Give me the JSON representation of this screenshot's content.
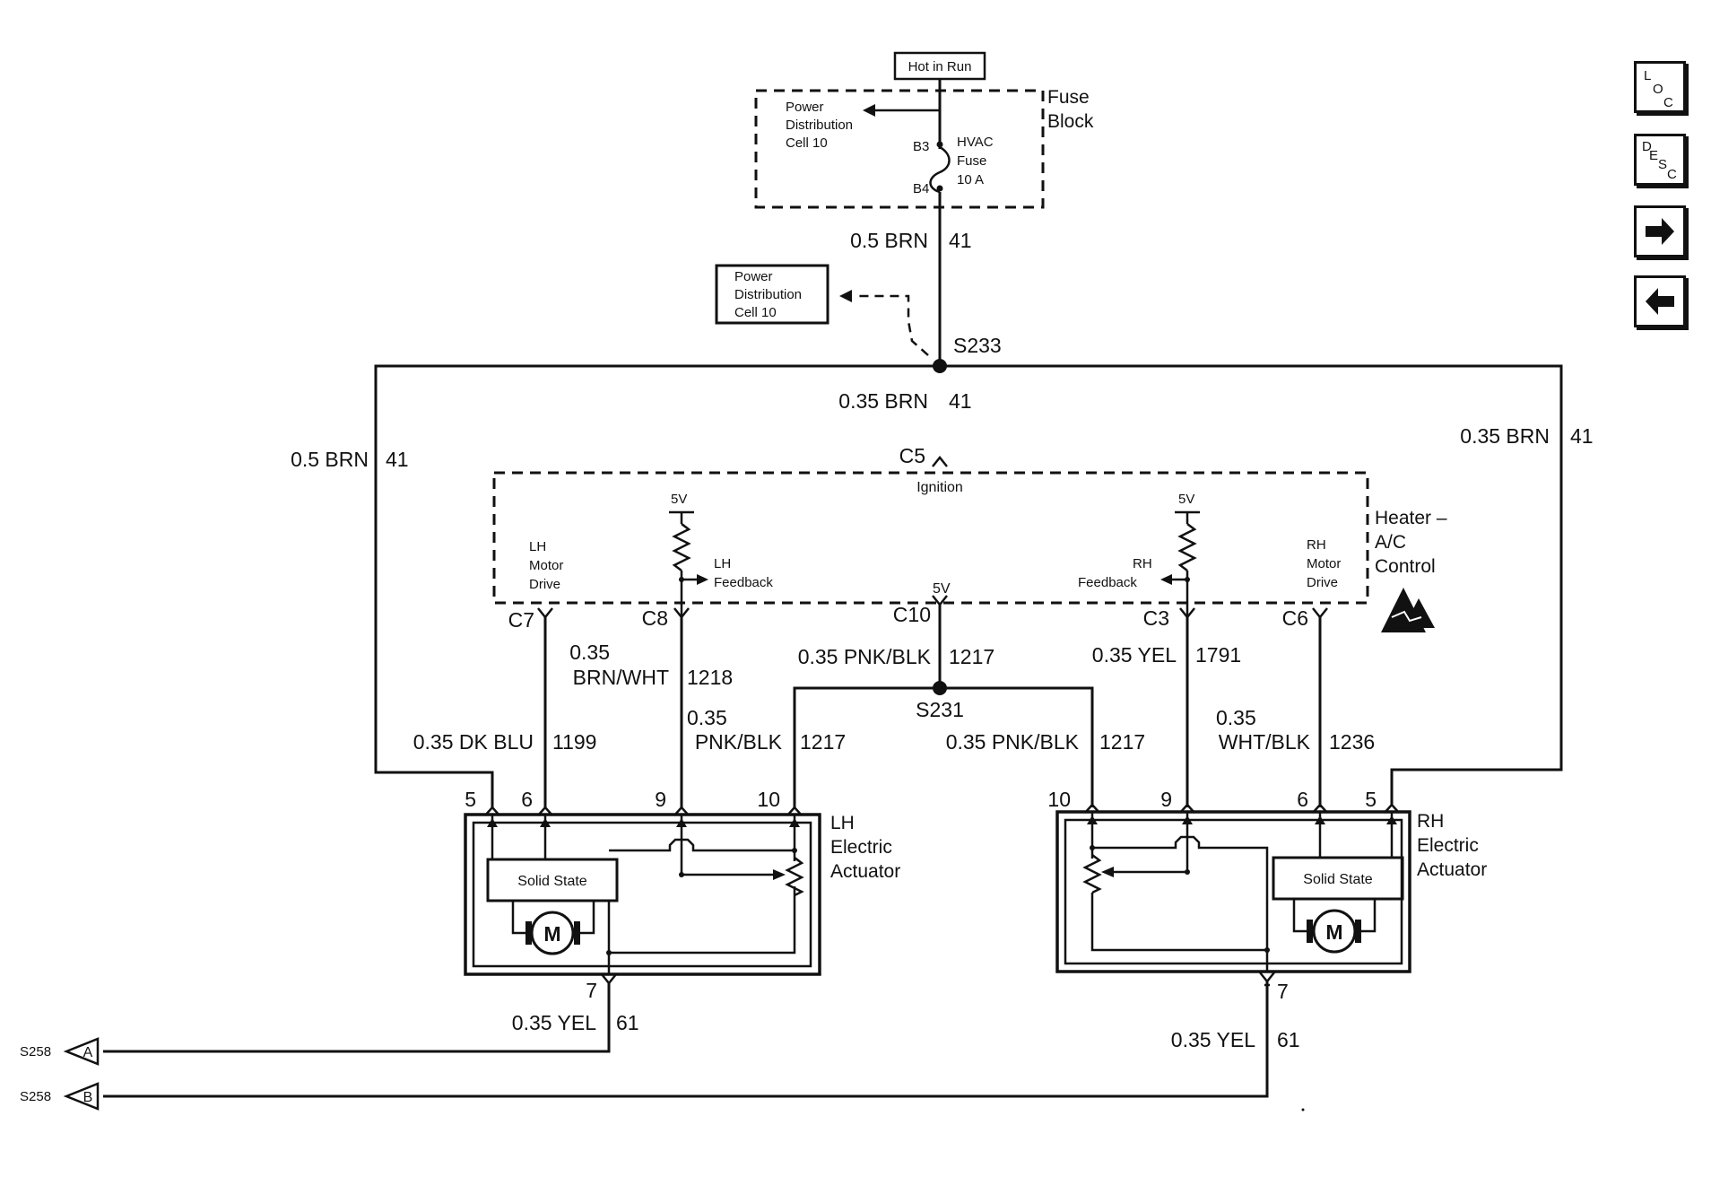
{
  "nav": {
    "loc": {
      "l1": "L",
      "l2": "O",
      "l3": "C"
    },
    "desc": {
      "l1": "D",
      "l2": "E",
      "l3": "S",
      "l4": "C"
    },
    "next_icon": "right-arrow-icon",
    "prev_icon": "left-arrow-icon"
  },
  "power": {
    "hot_in_run": "Hot in Run",
    "fuse_block": [
      "Fuse",
      "Block"
    ],
    "pdc_top": [
      "Power",
      "Distribution",
      "Cell 10"
    ],
    "pdc_box": [
      "Power",
      "Distribution",
      "Cell 10"
    ],
    "b3": "B3",
    "b4": "B4",
    "fuse": [
      "HVAC",
      "Fuse",
      "10 A"
    ]
  },
  "wires": {
    "w1": {
      "gauge": "0.5 BRN",
      "circuit": "41"
    },
    "w2": {
      "gauge": "0.35 BRN",
      "circuit": "41"
    },
    "w_left": {
      "gauge": "0.5 BRN",
      "circuit": "41"
    },
    "w_right": {
      "gauge": "0.35 BRN",
      "circuit": "41"
    },
    "c8": {
      "g1": "0.35",
      "g2": "BRN/WHT",
      "circuit": "1218"
    },
    "c10": {
      "gauge": "0.35 PNK/BLK",
      "circuit": "1217"
    },
    "c3": {
      "gauge": "0.35 YEL",
      "circuit": "1791"
    },
    "c7": {
      "gauge": "0.35 DK BLU",
      "circuit": "1199"
    },
    "lh10": {
      "g1": "0.35",
      "g2": "PNK/BLK",
      "circuit": "1217"
    },
    "rh10": {
      "gauge": "0.35 PNK/BLK",
      "circuit": "1217"
    },
    "c6": {
      "g1": "0.35",
      "g2": "WHT/BLK",
      "circuit": "1236"
    },
    "lh7": {
      "gauge": "0.35 YEL",
      "circuit": "61"
    },
    "rh7": {
      "gauge": "0.35 YEL",
      "circuit": "61"
    }
  },
  "splices": {
    "s233": "S233",
    "s231": "S231"
  },
  "control": {
    "c5": "C5",
    "ignition": "Ignition",
    "title": [
      "Heater –",
      "A/C",
      "Control"
    ],
    "v5_left": "5V",
    "v5_right": "5V",
    "v5_center": "5V",
    "lh_motor_drive": [
      "LH",
      "Motor",
      "Drive"
    ],
    "lh_feedback": [
      "LH",
      "Feedback"
    ],
    "rh_feedback": [
      "RH",
      "Feedback"
    ],
    "rh_motor_drive": [
      "RH",
      "Motor",
      "Drive"
    ],
    "c7": "C7",
    "c8": "C8",
    "c10": "C10",
    "c3": "C3",
    "c6": "C6"
  },
  "lh_actuator": {
    "title": [
      "LH",
      "Electric",
      "Actuator"
    ],
    "pins": {
      "p5": "5",
      "p6": "6",
      "p9": "9",
      "p10": "10",
      "p7": "7"
    },
    "solid_state": "Solid State",
    "motor": "M"
  },
  "rh_actuator": {
    "title": [
      "RH",
      "Electric",
      "Actuator"
    ],
    "pins": {
      "p10": "10",
      "p9": "9",
      "p6": "6",
      "p5": "5",
      "p7": "7"
    },
    "solid_state": "Solid State",
    "motor": "M"
  },
  "offpage": {
    "s258_a": "S258",
    "a": "A",
    "s258_b": "S258",
    "b": "B"
  },
  "esd_icon": "esd-sensitive-icon"
}
